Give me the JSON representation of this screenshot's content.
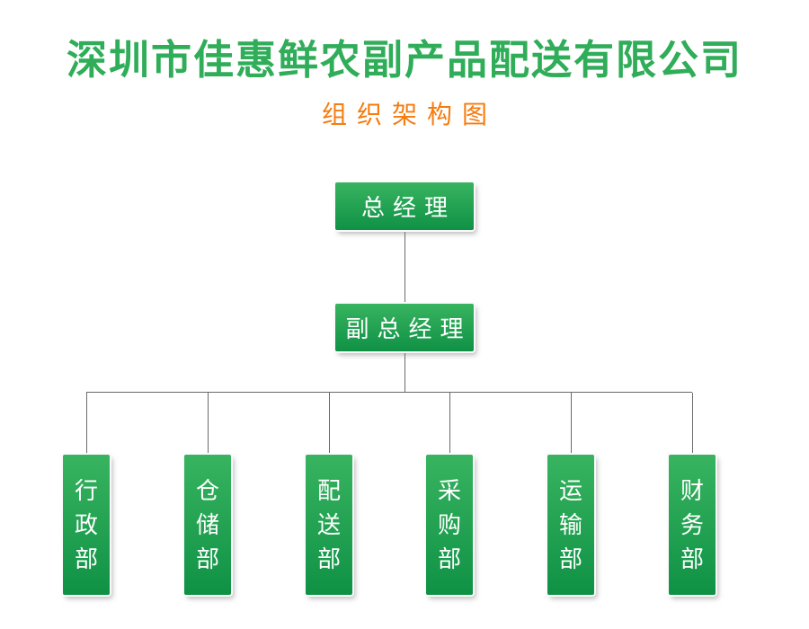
{
  "header": {
    "title": "深圳市佳惠鲜农副产品配送有限公司",
    "subtitle": "组织架构图"
  },
  "org": {
    "type": "org-chart",
    "root": {
      "label": "总经理"
    },
    "deputy": {
      "label": "副总经理"
    },
    "departments": [
      {
        "label": "行政部"
      },
      {
        "label": "仓储部"
      },
      {
        "label": "配送部"
      },
      {
        "label": "采购部"
      },
      {
        "label": "运输部"
      },
      {
        "label": "财务部"
      }
    ]
  },
  "theme": {
    "background": "#ffffff",
    "title_color": "#2fad58",
    "subtitle_color": "#f57c0e",
    "box_gradient_top": "#38b460",
    "box_gradient_bottom": "#0f9145",
    "box_text_color": "#ffffff",
    "connector_color": "#6a6a6a"
  }
}
